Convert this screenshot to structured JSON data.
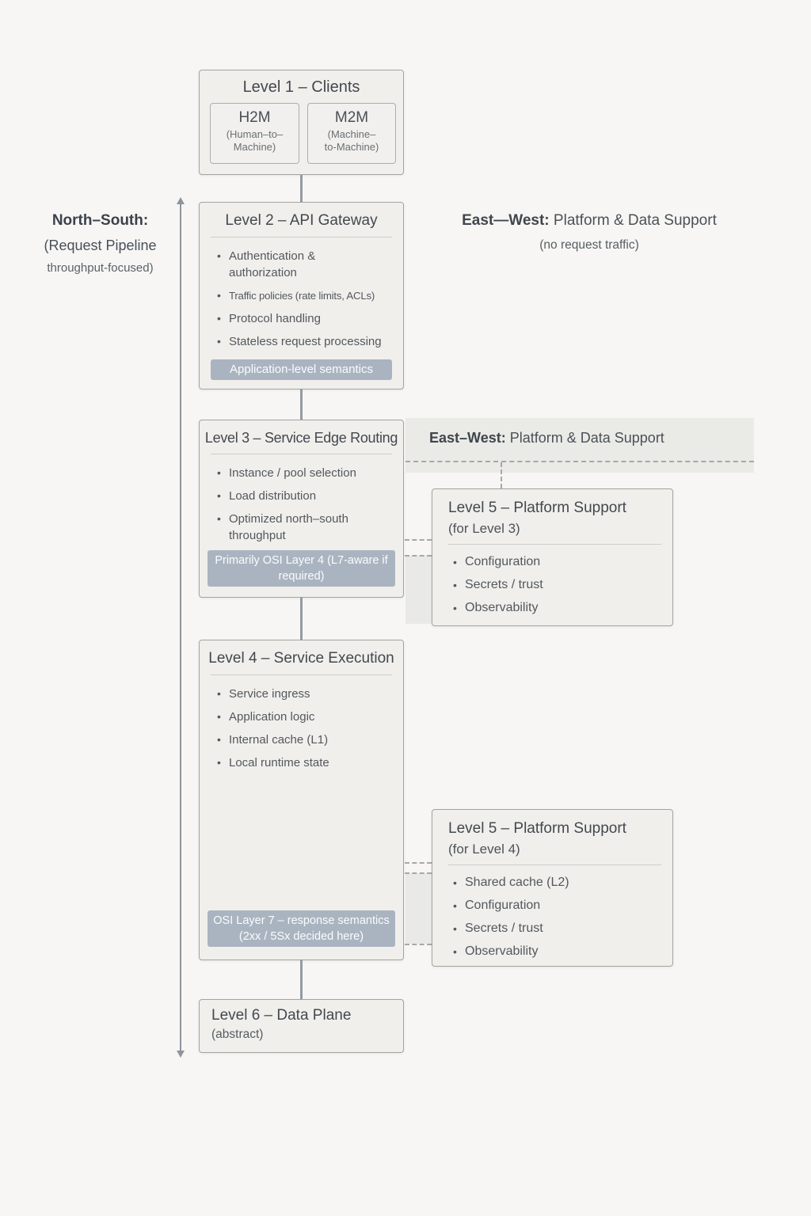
{
  "labels": {
    "north_south": {
      "title": "North–South:",
      "line2": "(Request Pipeline",
      "line3": "throughput-focused)"
    },
    "east_west_top": {
      "prefix": "East—West:",
      "text": " Platform & Data Support",
      "sub": "(no request traffic)"
    },
    "east_west_band": {
      "prefix": "East–West:",
      "text": " Platform & Data Support"
    }
  },
  "level1": {
    "title": "Level 1 – Clients",
    "children": [
      {
        "title": "H2M",
        "subtitle": "(Human–to–\nMachine)"
      },
      {
        "title": "M2M",
        "subtitle": "(Machine–\nto-Machine)"
      }
    ]
  },
  "level2": {
    "title": "Level 2 – API Gateway",
    "bullets": [
      "Authentication & authorization",
      "Traffic policies (rate limits, ACLs)",
      "Protocol handling",
      "Stateless request processing"
    ],
    "badge": "Application-level semantics"
  },
  "level3": {
    "title": "Level 3 – Service Edge Routing",
    "bullets": [
      "Instance / pool selection",
      "Load distribution",
      "Optimized north–south throughput"
    ],
    "badge": "Primarily OSI Layer 4 (L7-aware if\nrequired)"
  },
  "level4": {
    "title": "Level 4 – Service Execution",
    "bullets": [
      "Service ingress",
      "Application logic",
      "Internal cache (L1)",
      "Local runtime state"
    ],
    "badge": "OSI Layer 7 – response semantics\n(2xx / 5Sx decided here)"
  },
  "level5a": {
    "title": "Level 5 – Platform Support",
    "subtitle": "(for Level 3)",
    "bullets": [
      "Configuration",
      "Secrets / trust",
      "Observability"
    ]
  },
  "level5b": {
    "title": "Level 5 – Platform Support",
    "subtitle": "(for Level 4)",
    "bullets": [
      "Shared cache (L2)",
      "Configuration",
      "Secrets / trust",
      "Observability"
    ]
  },
  "level6": {
    "title": "Level 6 – Data Plane",
    "subtitle": "(abstract)"
  },
  "colors": {
    "badge": "#aab4c1",
    "box_fill": "#f0efec",
    "box_border": "#a4a4a0",
    "band_fill": "#eaeae7"
  }
}
